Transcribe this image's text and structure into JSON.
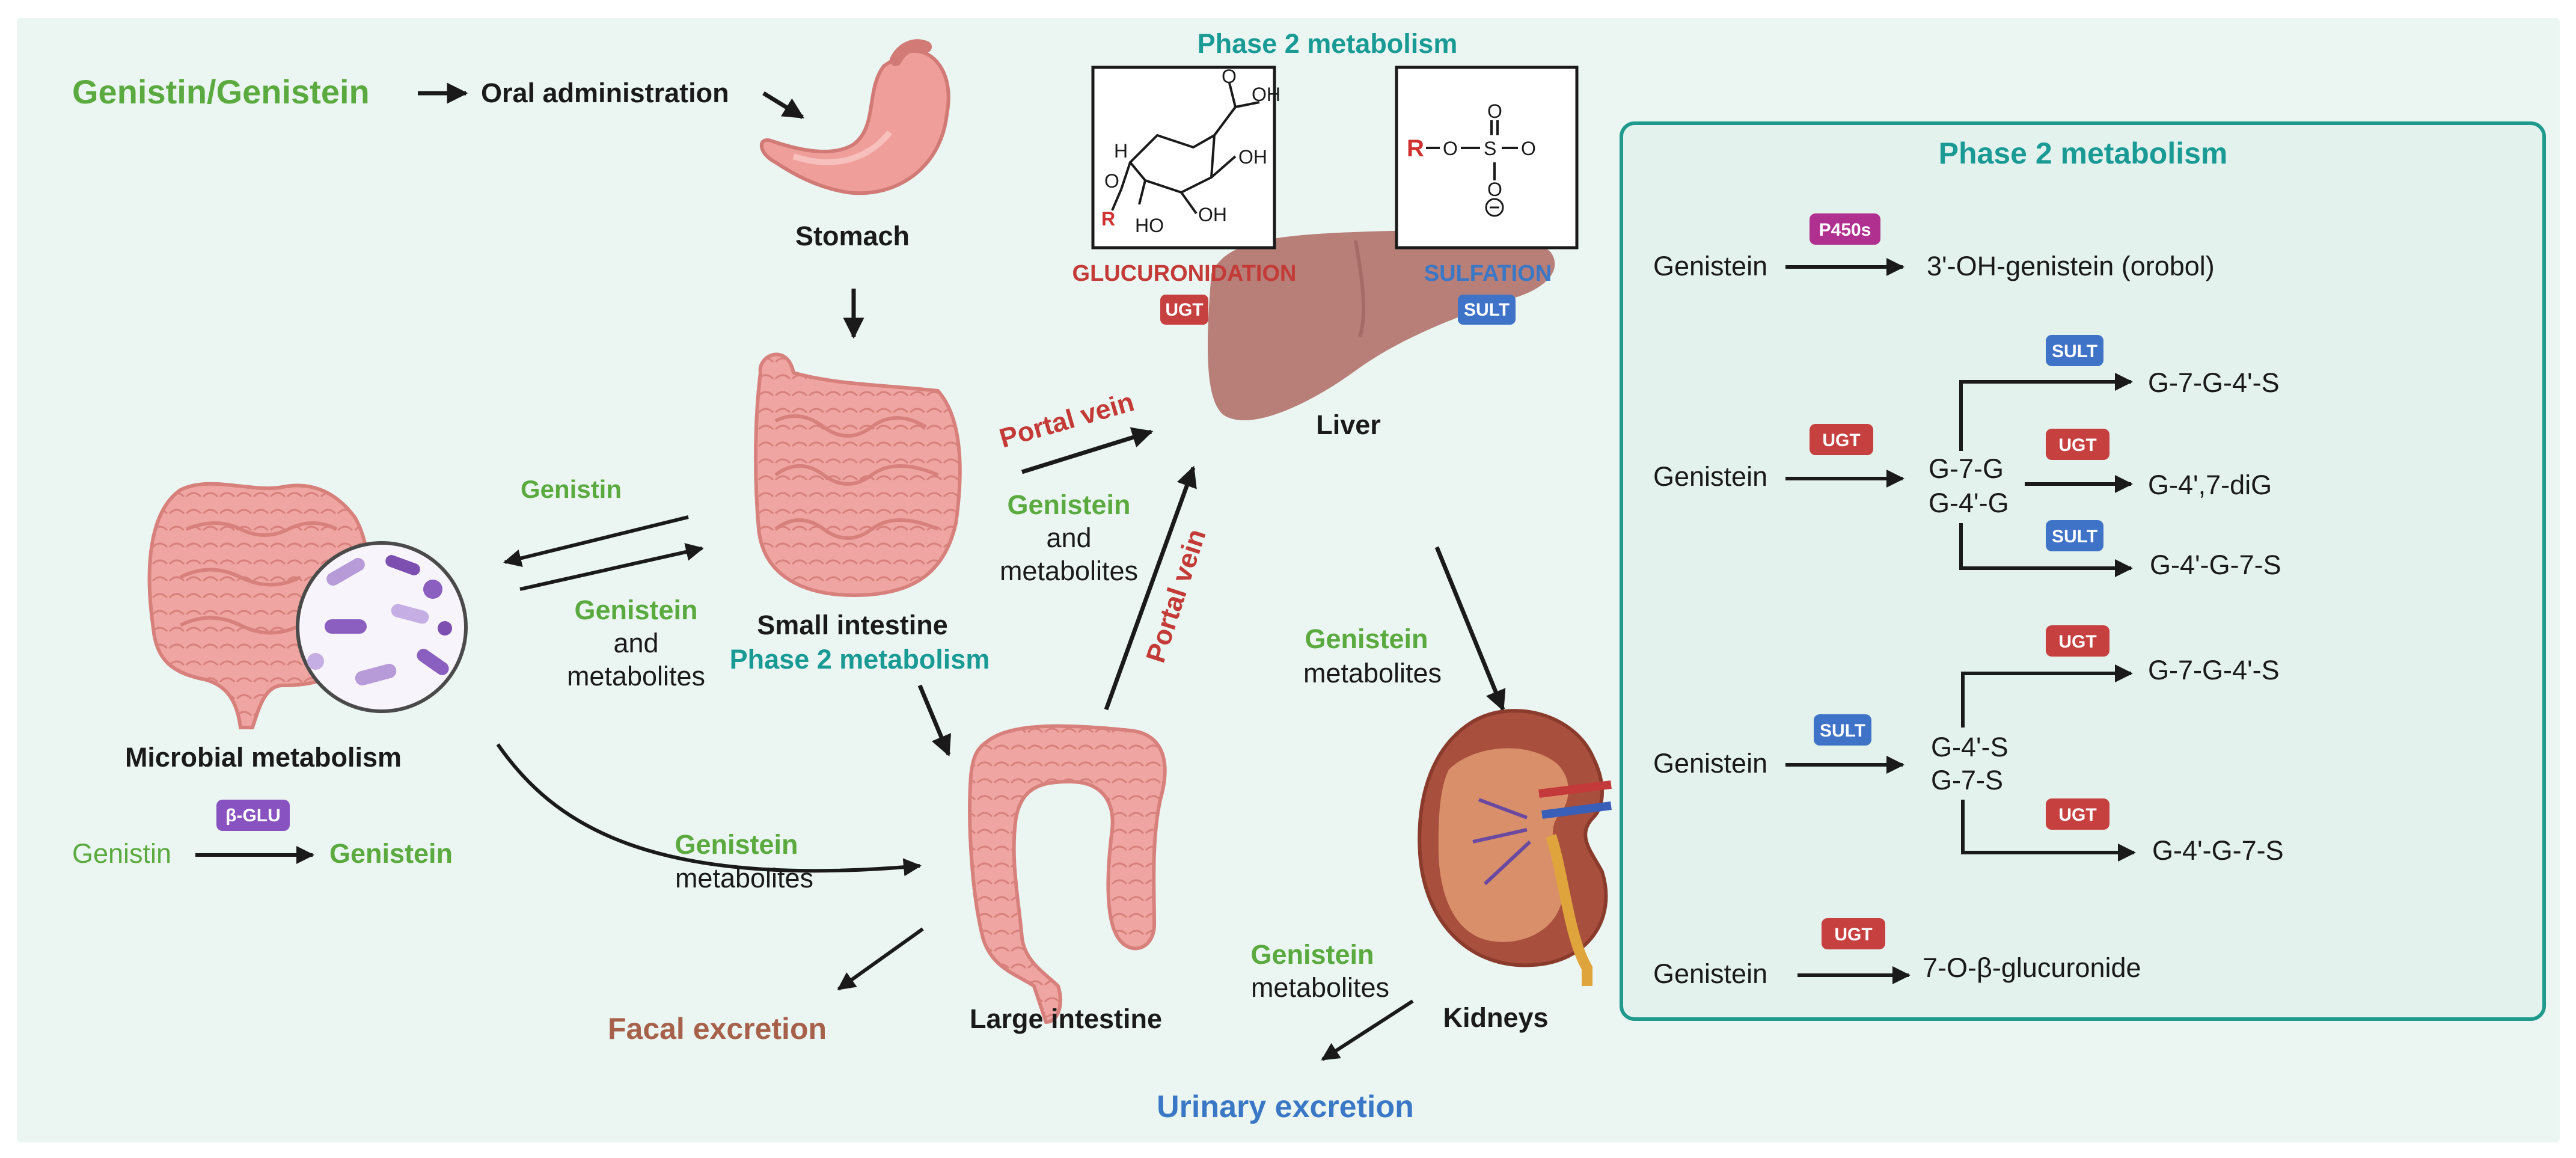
{
  "colors": {
    "background": "#ebf6f2",
    "green": "#5aaa3f",
    "teal": "#199a95",
    "red": "#c33a36",
    "blue": "#3a78c6",
    "brown": "#a7604a",
    "dark": "#1a1a1a",
    "ugt_badge": "#c64040",
    "sult_badge": "#3f73c8",
    "p450_badge": "#b0308f",
    "bglu_badge": "#8852c0",
    "organ_pink": "#eea19d",
    "liver": "#b87e78",
    "panel_border": "#1f9a8d"
  },
  "header": {
    "compound": "Genistin/Genistein",
    "oral": "Oral administration"
  },
  "organs": {
    "stomach": "Stomach",
    "small_intestine": "Small intestine",
    "small_intestine_note": "Phase 2 metabolism",
    "liver": "Liver",
    "large_intestine": "Large intestine",
    "kidneys": "Kidneys",
    "microbial": "Microbial metabolism"
  },
  "liver_metabolism": {
    "title": "Phase 2 metabolism",
    "glucuronidation": "GLUCURONIDATION",
    "sulfation": "SULFATION",
    "ugt": "UGT",
    "sult": "SULT",
    "glucuronide_groups": [
      "OH",
      "O",
      "OH",
      "OH",
      "HO",
      "O",
      "H",
      "R"
    ],
    "sulfate_groups": [
      "R",
      "O",
      "S",
      "O",
      "O",
      "O"
    ]
  },
  "flows": {
    "genistin": "Genistin",
    "genistein": "Genistein",
    "and": "and",
    "metabolites": "metabolites",
    "portal_vein": "Portal vein",
    "faecal": "Facal excretion",
    "urinary": "Urinary excretion"
  },
  "microbial_reaction": {
    "substrate": "Genistin",
    "enzyme": "β-GLU",
    "product": "Genistein"
  },
  "panel": {
    "title": "Phase 2 metabolism",
    "reactions": [
      {
        "substrate": "Genistein",
        "enzyme": "P450s",
        "product": "3'-OH-genistein (orobol)"
      },
      {
        "substrate": "Genistein",
        "enzyme": "UGT",
        "intermediate": [
          "G-7-G",
          "G-4'-G"
        ],
        "branches": [
          {
            "enzyme": "SULT",
            "product": "G-7-G-4'-S"
          },
          {
            "enzyme": "UGT",
            "product": "G-4',7-diG"
          },
          {
            "enzyme": "SULT",
            "product": "G-4'-G-7-S"
          }
        ]
      },
      {
        "substrate": "Genistein",
        "enzyme": "SULT",
        "intermediate": [
          "G-4'-S",
          "G-7-S"
        ],
        "branches": [
          {
            "enzyme": "UGT",
            "product": "G-7-G-4'-S"
          },
          {
            "enzyme": "UGT",
            "product": "G-4'-G-7-S"
          }
        ]
      },
      {
        "substrate": "Genistein",
        "enzyme": "UGT",
        "product": "7-O-β-glucuronide"
      }
    ]
  }
}
